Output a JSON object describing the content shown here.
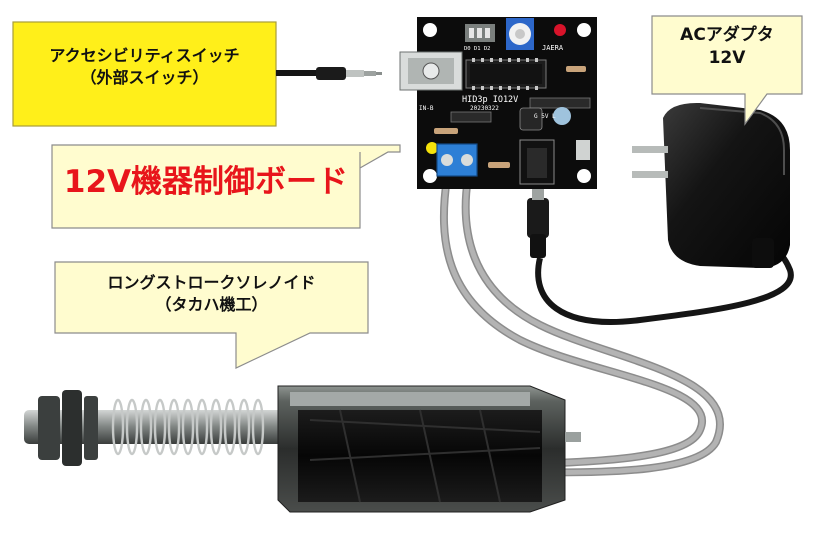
{
  "labels": {
    "switch_line1": "アクセシビリティスイッチ",
    "switch_line2": "（外部スイッチ）",
    "board": "12V機器制御ボード",
    "adapter_line1": "ACアダプタ",
    "adapter_line2": "12V",
    "solenoid_line1": "ロングストロークソレノイド",
    "solenoid_line2": "（タカハ機工）"
  },
  "pcb_text": {
    "model": "HID3p IO12V",
    "date": "20230322",
    "brand": "JAERA",
    "pins": "G  5V  L",
    "in_label": "IN-B",
    "dip": "D0 D1 D2"
  },
  "colors": {
    "switch_callout_fill": "#ffef1a",
    "callout_fill": "#fffccf",
    "board_label_text": "#e8151b",
    "pcb": "#0c0c0c",
    "terminal_block": "#2d7fd6",
    "wire_gray": "#a7a7a7",
    "cable_black": "#151515",
    "led_yellow": "#f5e20a",
    "led_red": "#d8132a"
  }
}
